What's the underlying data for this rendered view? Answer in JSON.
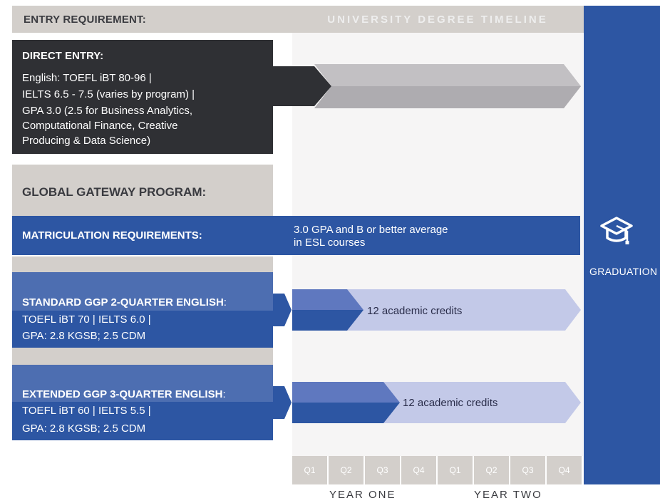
{
  "header": {
    "entry_requirement": "ENTRY REQUIREMENT:",
    "timeline_title": "UNIVERSITY DEGREE TIMELINE"
  },
  "direct_entry": {
    "title": "DIRECT ENTRY:",
    "lines": [
      "English: TOEFL iBT 80-96  |",
      "IELTS 6.5 - 7.5 (varies by program)  |",
      "GPA 3.0 (2.5 for Business Analytics,",
      "Computational Finance, Creative",
      "Producing & Data Science)"
    ]
  },
  "global_gateway": {
    "title": "GLOBAL GATEWAY PROGRAM:"
  },
  "matriculation": {
    "title": "MATRICULATION REQUIREMENTS:",
    "lines": [
      "3.0 GPA and B or better average",
      "in ESL courses"
    ]
  },
  "standard": {
    "title": "STANDARD GGP 2-QUARTER ENGLISH",
    "colon": ":",
    "lines": [
      "TOEFL iBT 70  |  IELTS 6.0  |",
      "GPA: 2.8 KGSB; 2.5 CDM"
    ],
    "credits": "12 academic credits"
  },
  "extended": {
    "title": "EXTENDED GGP 3-QUARTER ENGLISH",
    "colon": ":",
    "lines": [
      "TOEFL iBT 60  |  IELTS 5.5  |",
      " GPA: 2.8 KGSB; 2.5 CDM"
    ],
    "credits": "12 academic credits"
  },
  "graduation": {
    "label": "GRADUATION",
    "icon": "graduation-cap-icon"
  },
  "timeline": {
    "quarters": [
      "Q1",
      "Q2",
      "Q3",
      "Q4",
      "Q1",
      "Q2",
      "Q3",
      "Q4"
    ],
    "years": [
      "YEAR ONE",
      "YEAR TWO"
    ]
  },
  "colors": {
    "dark": "#2f3034",
    "blue": "#2d56a3",
    "grey": "#d3cfcb",
    "arrow_grey": "#c2c0c3",
    "light_purple": "#c3c9e8"
  }
}
